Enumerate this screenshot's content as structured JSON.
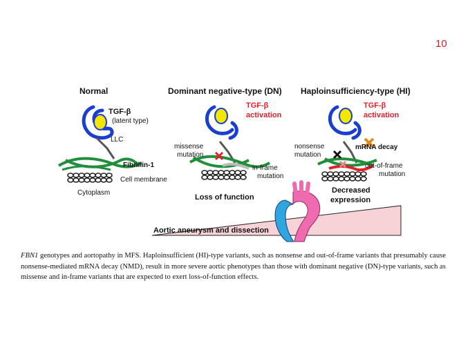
{
  "slide_number": "10",
  "panels": {
    "normal": {
      "title": "Normal",
      "tgf": "TGF-β",
      "latent": "(latent type)",
      "llc": "LLC",
      "fibrillin": "Fibrillin-1",
      "cell_membrane": "Cell membrane",
      "cytoplasm": "Cytoplasm"
    },
    "dn": {
      "title": "Dominant negative-type (DN)",
      "tgf": "TGF-β",
      "activation": "activation",
      "missense_1": "missense",
      "missense_2": "mutation",
      "inframe_1": "in-frame",
      "inframe_2": "mutation",
      "result": "Loss of function"
    },
    "hi": {
      "title": "Haploinsufficiency-type (HI)",
      "tgf": "TGF-β",
      "activation": "activation",
      "nonsense_1": "nonsense",
      "nonsense_2": "mutation",
      "mrna_decay": "mRNA decay",
      "oof_1": "out-of-frame",
      "oof_2": "mutation",
      "result_1": "Decreased",
      "result_2": "expression"
    }
  },
  "bottom_label": "Aortic aneurysm and dissection",
  "caption": {
    "gene": "FBN1",
    "text": " genotypes and aortopathy in MFS. Haploinsufficient (HI)-type variants, such as nonsense and out-of-frame variants that presumably cause nonsense-mediated mRNA decay (NMD), result in more severe aortic phenotypes than those with dominant negative (DN)-type variants, such as missense and in-frame variants that are expected to exert loss-of-function effects."
  },
  "colors": {
    "slide_number": "#d0202a",
    "tgf_red": "#e0202a",
    "llc_blue": "#1a3ecf",
    "tgf_yellow": "#f3e600",
    "fibrillin_green": "#1f8f3a",
    "mutation_red": "#e0202a",
    "wedge_pink": "#f7d3d8",
    "aorta_pink": "#f06ab0",
    "aorta_blue": "#2fa6e0"
  }
}
